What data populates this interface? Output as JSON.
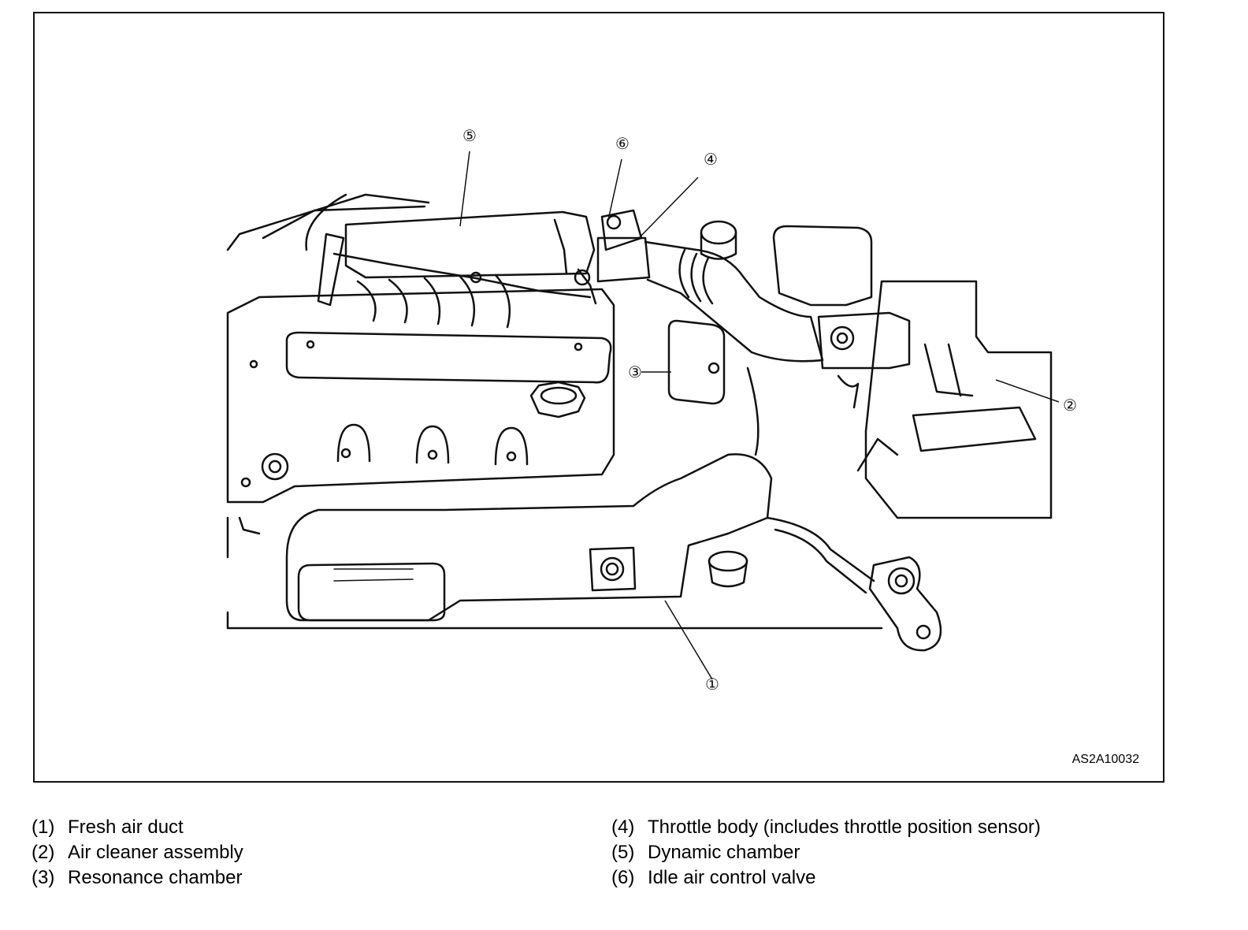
{
  "figure": {
    "code": "AS2A10032",
    "callouts": [
      {
        "num": "1",
        "glyph": "①"
      },
      {
        "num": "2",
        "glyph": "②"
      },
      {
        "num": "3",
        "glyph": "③"
      },
      {
        "num": "4",
        "glyph": "④"
      },
      {
        "num": "5",
        "glyph": "⑤"
      },
      {
        "num": "6",
        "glyph": "⑥"
      }
    ]
  },
  "legend": [
    {
      "num": "(1)",
      "label": "Fresh air duct"
    },
    {
      "num": "(2)",
      "label": "Air cleaner assembly"
    },
    {
      "num": "(3)",
      "label": "Resonance chamber"
    },
    {
      "num": "(4)",
      "label": "Throttle body (includes throttle position sensor)"
    },
    {
      "num": "(5)",
      "label": "Dynamic chamber"
    },
    {
      "num": "(6)",
      "label": "Idle air control valve"
    }
  ],
  "colors": {
    "line": "#111111",
    "background": "#ffffff"
  }
}
